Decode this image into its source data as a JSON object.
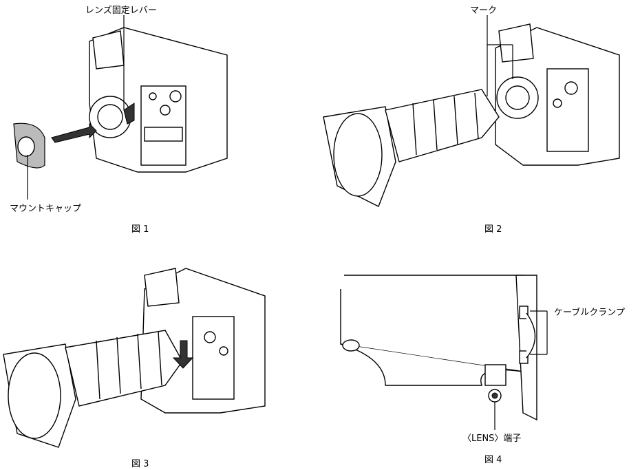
{
  "figures": [
    {
      "caption": "図 1",
      "labels": [
        "レンズ固定レバー",
        "マウントキャップ"
      ]
    },
    {
      "caption": "図 2",
      "labels": [
        "マーク"
      ]
    },
    {
      "caption": "図 3",
      "labels": []
    },
    {
      "caption": "図 4",
      "labels": [
        "ケーブルクランプ",
        "〈LENS〉端子"
      ]
    }
  ]
}
